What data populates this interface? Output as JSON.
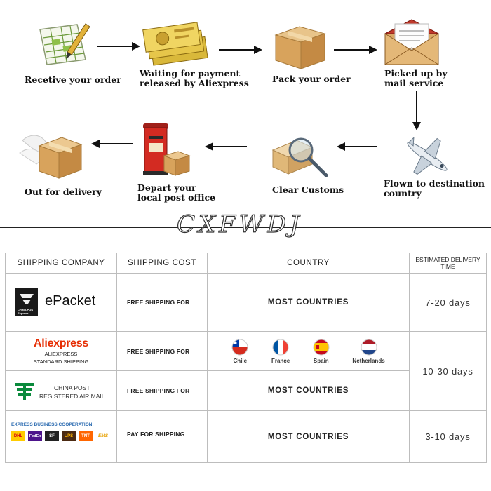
{
  "steps": [
    {
      "label_lines": [
        "Recetive your order"
      ]
    },
    {
      "label_lines": [
        "Waiting for payment",
        "released by Aliexpress"
      ]
    },
    {
      "label_lines": [
        "Pack your order"
      ]
    },
    {
      "label_lines": [
        "Picked up by",
        "mail service"
      ]
    },
    {
      "label_lines": [
        "Flown to destination",
        "country"
      ]
    },
    {
      "label_lines": [
        "Clear Customs"
      ]
    },
    {
      "label_lines": [
        "Depart your",
        "local post office"
      ]
    },
    {
      "label_lines": [
        "Out for delivery"
      ]
    }
  ],
  "watermark": "CXFWDJ",
  "table": {
    "headers": [
      "SHIPPING COMPANY",
      "SHIPPING COST",
      "COUNTRY",
      "ESTIMATED DELIVERY",
      "TIME"
    ],
    "rows": [
      {
        "company": {
          "logo_icon": "epacket-express-icon",
          "name": "ePacket",
          "badge_lines": [
            "CHINA POST",
            "Express"
          ]
        },
        "cost": "FREE SHIPPING FOR",
        "country": "MOST COUNTRIES",
        "time": "7-20 days"
      },
      {
        "company": {
          "brand_a": "Ali",
          "brand_b": "express",
          "sub_lines": [
            "ALIEXPRESS",
            "STANDARD SHIPPING"
          ]
        },
        "cost": "FREE SHIPPING FOR",
        "flags": [
          {
            "name": "Chile",
            "icon": "chile-flag-icon"
          },
          {
            "name": "France",
            "icon": "france-flag-icon"
          },
          {
            "name": "Spain",
            "icon": "spain-flag-icon"
          },
          {
            "name": "Netherlands",
            "icon": "netherlands-flag-icon"
          }
        ],
        "time": "10-30 days"
      },
      {
        "company": {
          "logo_icon": "china-post-logo-icon",
          "lines": [
            "CHINA POST",
            "REGISTERED AIR MAIL"
          ]
        },
        "cost": "FREE SHIPPING FOR",
        "country": "MOST COUNTRIES"
      },
      {
        "company": {
          "title": "EXPRESS BUSINESS COOPERATION:",
          "carriers": [
            "DHL",
            "FedEx",
            "SF",
            "UPS",
            "TNT",
            "EMS"
          ]
        },
        "cost": "PAY FOR SHIPPING",
        "country": "MOST COUNTRIES",
        "time": "3-10 days"
      }
    ]
  },
  "colors": {
    "ali_red": "#e62e04",
    "ali_orange": "#f29417",
    "china_post_green": "#0a8a3c",
    "box_tan": "#d8a35c",
    "arrow": "#111111"
  }
}
